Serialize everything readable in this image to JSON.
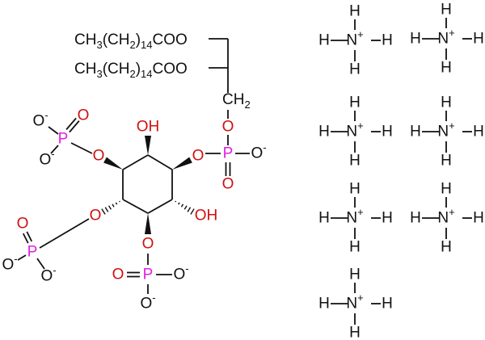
{
  "molecule": {
    "chain1": {
      "a": "CH",
      "s1": "3",
      "b": "(CH",
      "s2": "2",
      "c": ")",
      "s3": "14",
      "d": "COO"
    },
    "chain2": {
      "a": "CH",
      "s1": "3",
      "b": "(CH",
      "s2": "2",
      "c": ")",
      "s3": "14",
      "d": "COO"
    },
    "ch2": {
      "a": "CH",
      "s": "2"
    },
    "oxygen": "O",
    "phosphorus": "P",
    "hydroxyl": "OH",
    "o_minus": "O",
    "minus": "-"
  },
  "ammonium": {
    "n": "N",
    "h": "H",
    "plus": "+",
    "count": 7
  },
  "colors": {
    "oxygen": "#d01010",
    "phosphorus": "#e020e0",
    "carbon": "#111111"
  }
}
